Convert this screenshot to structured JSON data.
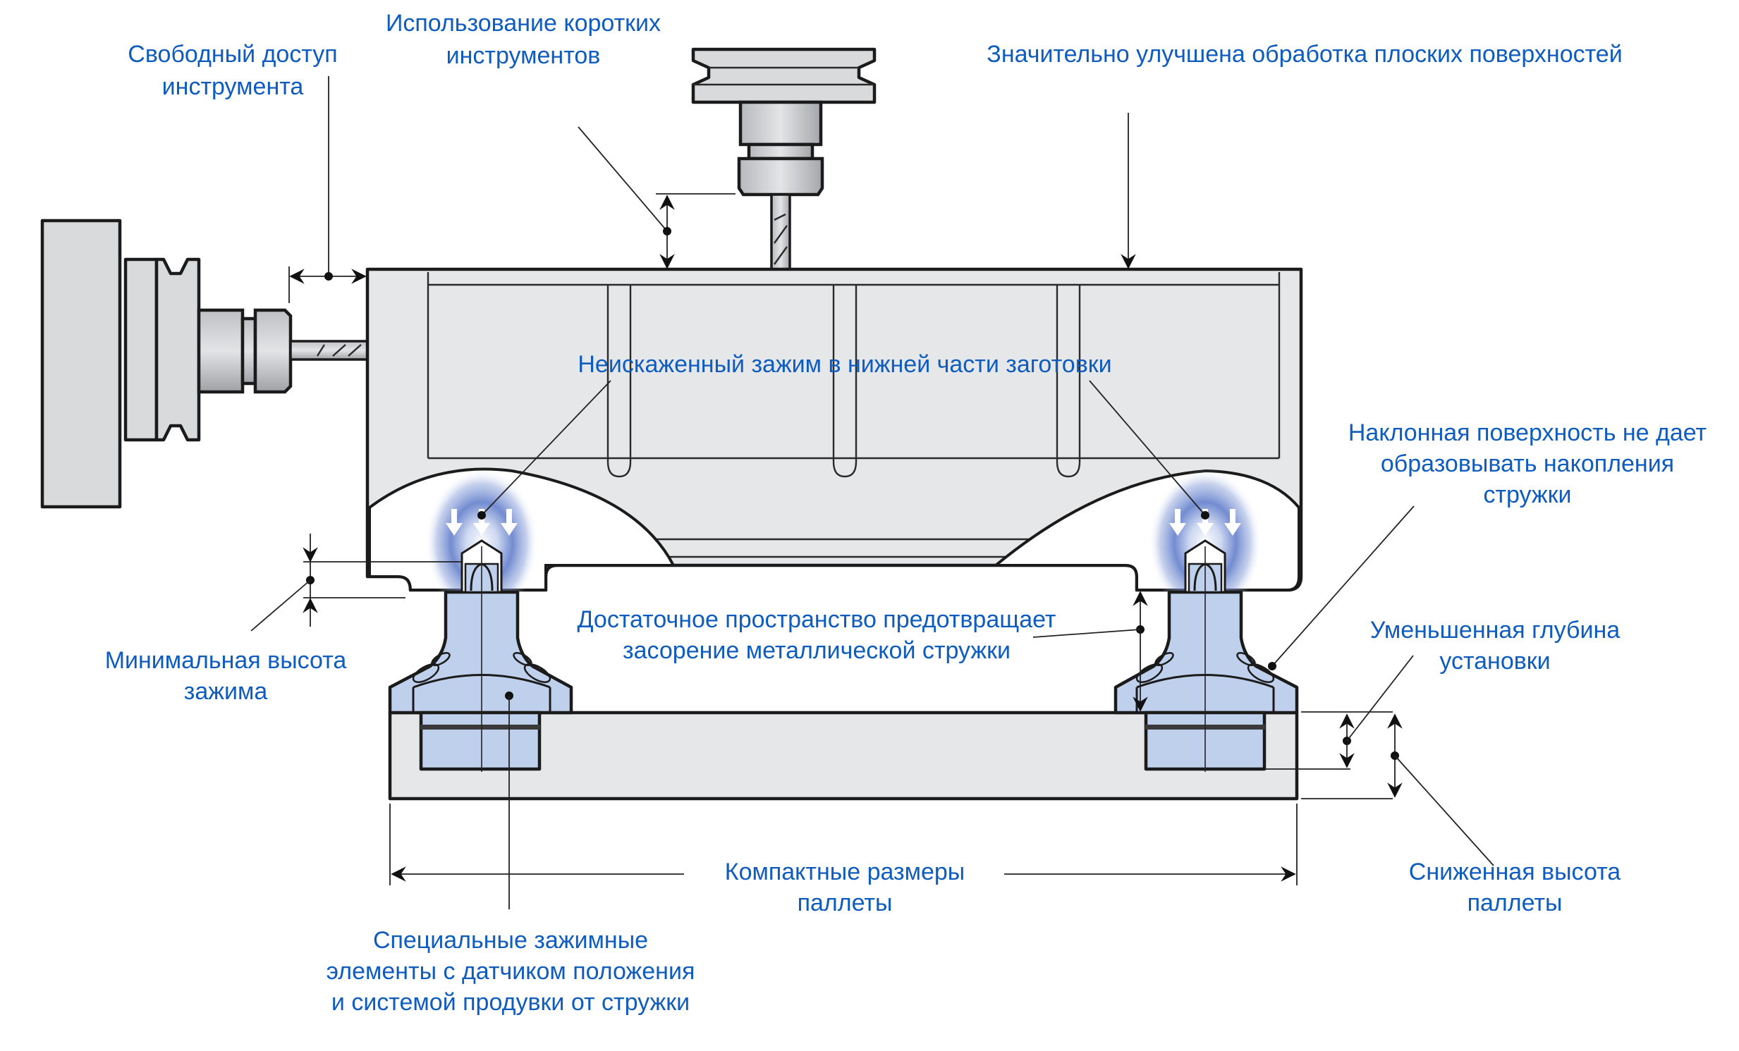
{
  "diagram": {
    "title": "Pallet clamping system features",
    "labels": {
      "free_tool_access": [
        "Свободный доступ",
        "инструмента"
      ],
      "short_tools": [
        "Использование коротких",
        "инструментов"
      ],
      "flat_surface": [
        "Значительно улучшена обработка плоских поверхностей"
      ],
      "undistorted_clamp": [
        "Неискаженный зажим в нижней части заготовки"
      ],
      "inclined_surface": [
        "Наклонная поверхность не дает",
        "образовывать накопления",
        "стружки"
      ],
      "sufficient_space": [
        "Достаточное пространство предотвращает",
        "засорение металлической стружки"
      ],
      "min_clamp_height": [
        "Минимальная высота",
        "зажима"
      ],
      "reduced_depth": [
        "Уменьшенная глубина",
        "установки"
      ],
      "compact_pallet": [
        "Компактные размеры",
        "паллеты"
      ],
      "reduced_pallet_height": [
        "Сниженная высота",
        "паллеты"
      ],
      "special_clamps": [
        "Специальные зажимные",
        "элементы с датчиком положения",
        "и системой продувки от стружки"
      ]
    },
    "colors": {
      "label_text": "#0f5cbf",
      "clamp_fill": "#bfd0ec",
      "glow": "#4a6fc4",
      "part_fill": "#d9dadc",
      "workpiece_fill": "#e6e7e9"
    },
    "icons": {
      "clamp_force_arrows": "down-arrow-icon"
    }
  }
}
